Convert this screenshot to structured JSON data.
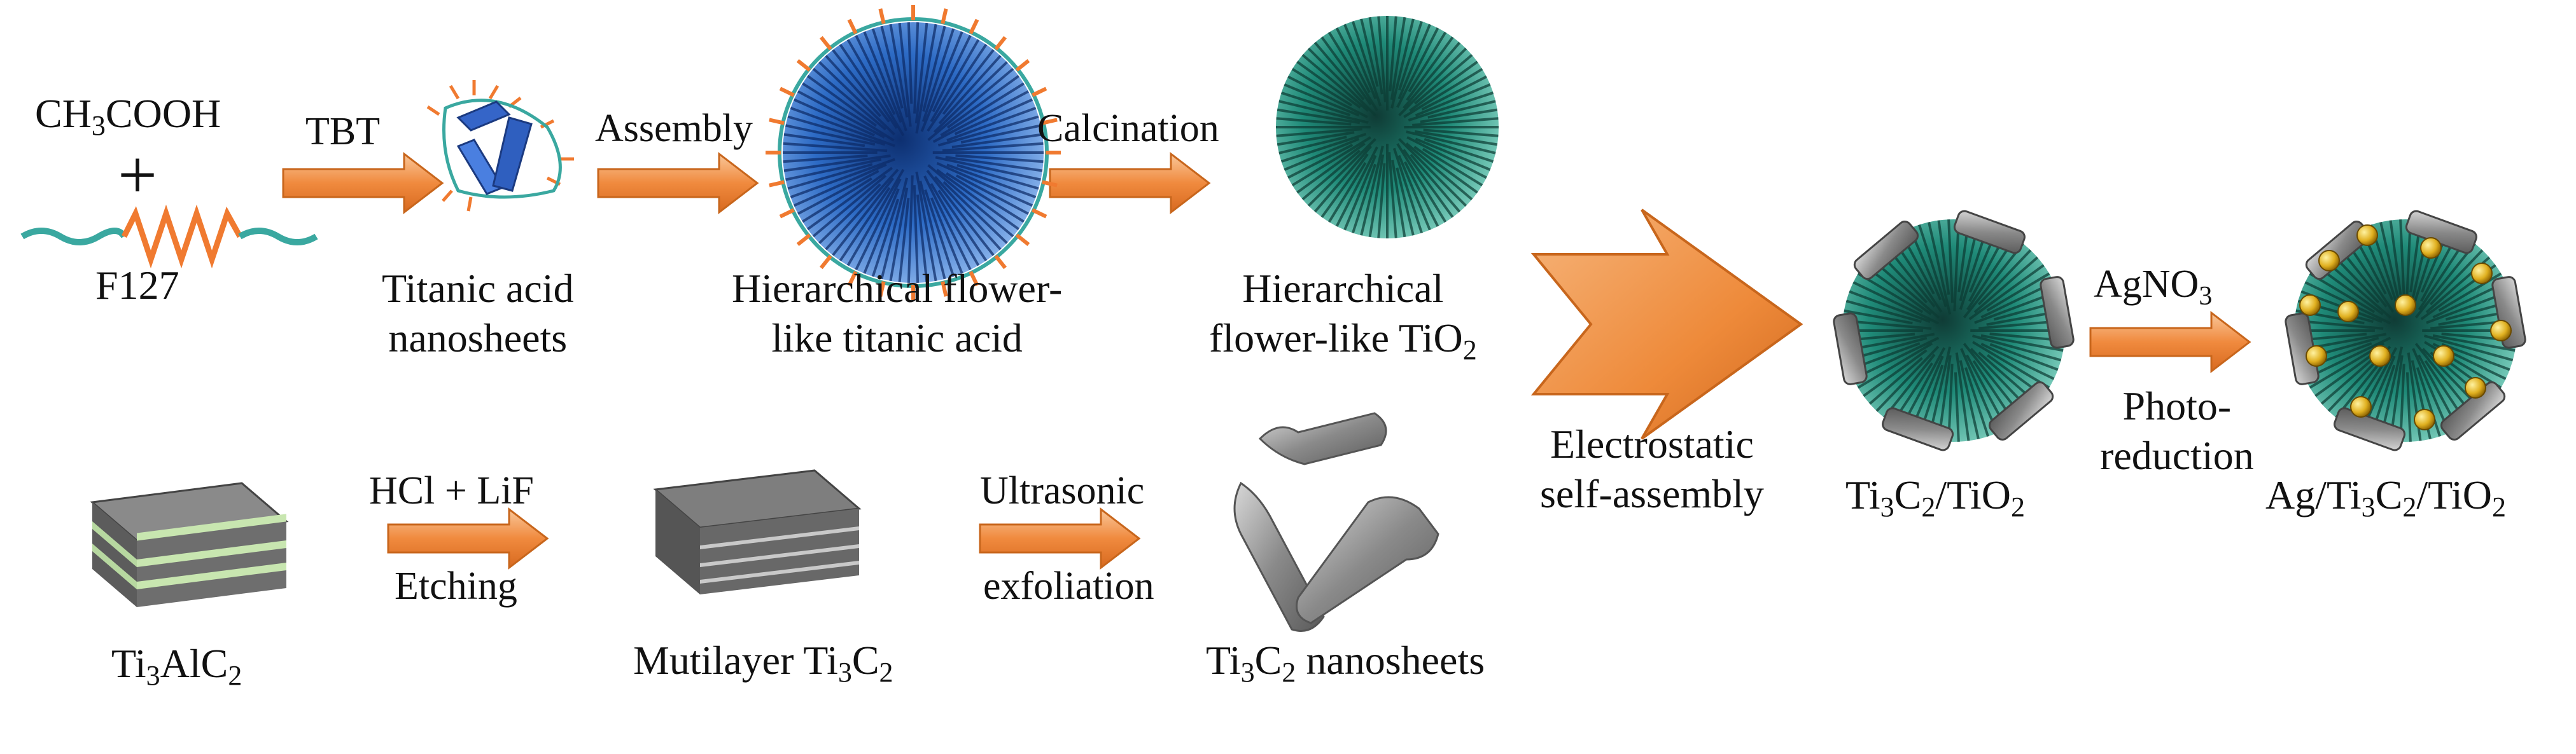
{
  "labels": {
    "acetic_acid": [
      "CH",
      "3",
      "COOH"
    ],
    "plus": "+",
    "f127": "F127",
    "tbt": "TBT",
    "assembly": "Assembly",
    "calcination": "Calcination",
    "titanic_sheets": [
      "Titanic acid",
      "nanosheets"
    ],
    "hier_titanic": [
      "Hierarchical flower-",
      "like titanic acid"
    ],
    "hier_tio2_l1": "Hierarchical",
    "hier_tio2_l2": [
      "flower-like TiO",
      "2"
    ],
    "electrostatic": [
      "Electrostatic",
      "self-assembly"
    ],
    "ti3c2_tio2": [
      "Ti",
      "3",
      "C",
      "2",
      "/TiO",
      "2"
    ],
    "agno3": [
      "AgNO",
      "3"
    ],
    "photo": [
      "Photo-",
      "reduction"
    ],
    "ag_ti3c2_tio2": [
      "Ag/Ti",
      "3",
      "C",
      "2",
      "/TiO",
      "2"
    ],
    "ti3alc2": [
      "Ti",
      "3",
      "AlC",
      "2"
    ],
    "hcl_lif": "HCl + LiF",
    "etching": "Etching",
    "multilayer": [
      "Mutilayer Ti",
      "3",
      "C",
      "2"
    ],
    "ultrasonic": "Ultrasonic",
    "exfoliation": "exfoliation",
    "ti3c2_sheets": [
      "Ti",
      "3",
      "C",
      "2",
      " nanosheets"
    ]
  },
  "colors": {
    "arrow": "#f0a060",
    "arrow_dark": "#e07a2c",
    "blue_flower": "#2e6fc9",
    "teal_flower": "#1f8a78",
    "f127_wave": "#3aa8a0",
    "f127_zigzag": "#f07a30",
    "sheet_gray": "#7a7a7a",
    "sheet_green": "#c8e6b0",
    "ag_gold": "#e0b020"
  },
  "icons": [
    "f127-polymer-icon",
    "titanic-nanosheet-icon",
    "blue-flower-sphere-icon",
    "teal-flower-sphere-icon",
    "ti3alc2-stack-icon",
    "multilayer-stack-icon",
    "mxene-nanosheets-icon",
    "ti3c2-tio2-composite-icon",
    "ag-composite-icon"
  ]
}
